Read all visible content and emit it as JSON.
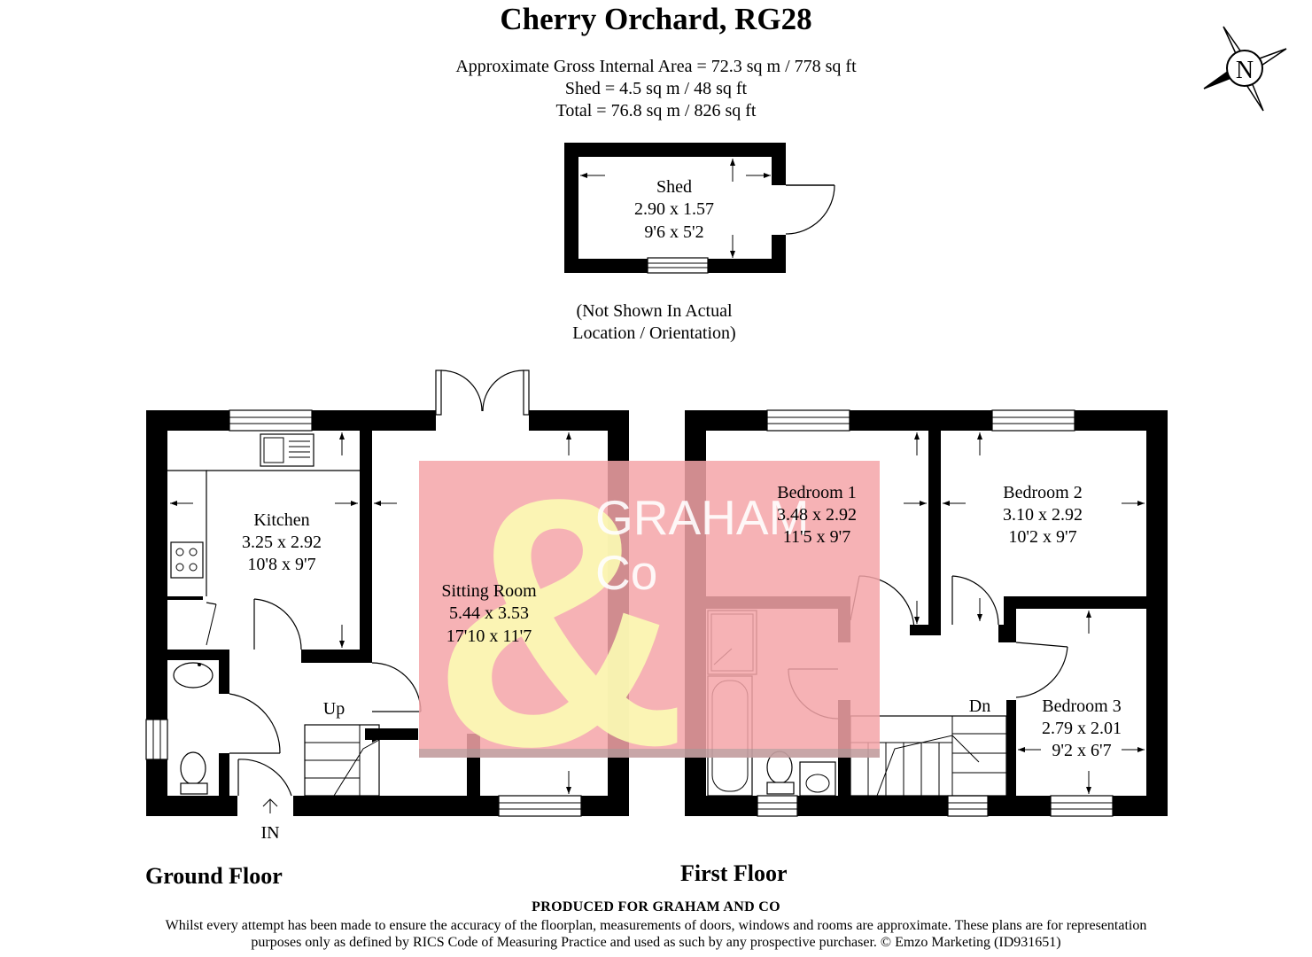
{
  "title": "Cherry Orchard, RG28",
  "areas": [
    "Approximate Gross Internal Area = 72.3 sq m / 778 sq ft",
    "Shed = 4.5 sq m / 48 sq ft",
    "Total = 76.8 sq m / 826 sq ft"
  ],
  "compass": {
    "label": "N",
    "icon": "compass-icon"
  },
  "shed": {
    "name": "Shed",
    "metric": "2.90 x 1.57",
    "imperial": "9'6 x 5'2"
  },
  "shed_note": [
    "(Not Shown In Actual",
    "Location / Orientation)"
  ],
  "ground_floor": {
    "label": "Ground Floor",
    "kitchen": {
      "name": "Kitchen",
      "metric": "3.25 x 2.92",
      "imperial": "10'8 x 9'7"
    },
    "sitting_room": {
      "name": "Sitting Room",
      "metric": "5.44 x 3.53",
      "imperial": "17'10 x 11'7"
    },
    "stairs_label": "Up",
    "entrance_label": "IN"
  },
  "first_floor": {
    "label": "First Floor",
    "bedroom1": {
      "name": "Bedroom 1",
      "metric": "3.48 x 2.92",
      "imperial": "11'5 x 9'7"
    },
    "bedroom2": {
      "name": "Bedroom 2",
      "metric": "3.10 x 2.92",
      "imperial": "10'2 x 9'7"
    },
    "bedroom3": {
      "name": "Bedroom 3",
      "metric": "2.79 x 2.01",
      "imperial": "9'2 x 6'7"
    },
    "stairs_label": "Dn"
  },
  "watermark": {
    "symbol": "&",
    "line1": "GRAHAM",
    "line2": "Co",
    "bg_color": "#f4a4a8",
    "fg_color": "#fcfcb4"
  },
  "produced_for": "PRODUCED FOR GRAHAM AND CO",
  "disclaimer": [
    "Whilst every attempt has been made to ensure the accuracy of the floorplan, measurements of doors, windows and rooms are approximate. These plans are for representation",
    "purposes only as defined by RICS Code of Measuring Practice and used as such by any prospective purchaser. © Emzo Marketing (ID931651)"
  ]
}
